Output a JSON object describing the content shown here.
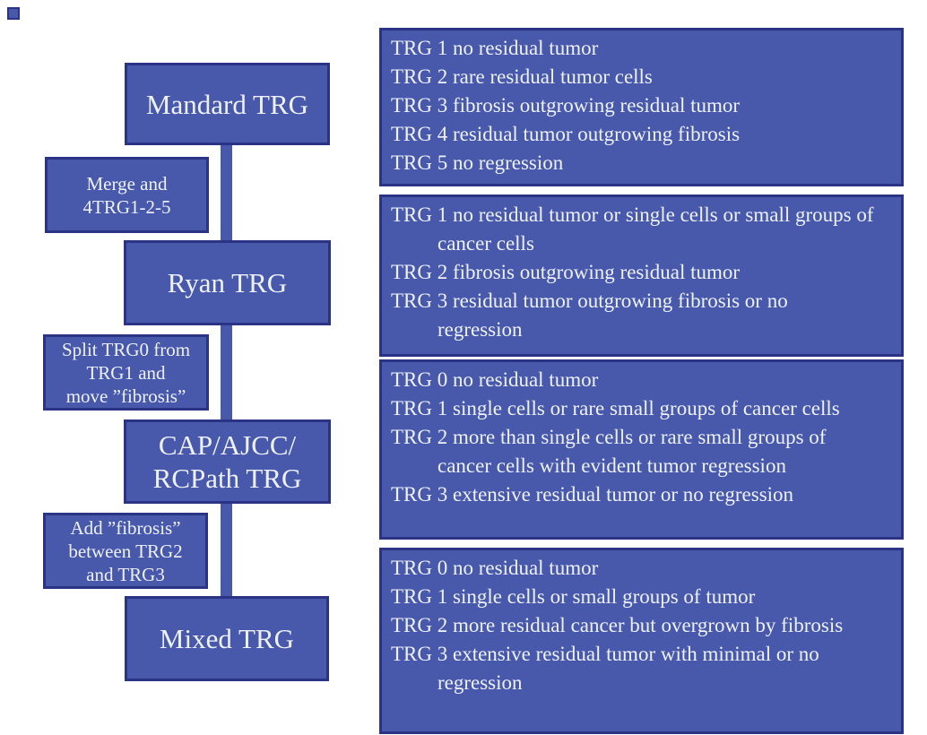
{
  "figure": {
    "palette": {
      "box_fill": "#4859ac",
      "box_border": "#2b3385",
      "text_color": "#eef1f9",
      "background": "#ffffff"
    },
    "timeline": {
      "stages": [
        {
          "name": "Mandard TRG",
          "lines": [
            "Mandard TRG"
          ]
        },
        {
          "name": "Ryan TRG",
          "lines": [
            "Ryan TRG"
          ]
        },
        {
          "name": "CAP/AJCC/RCPath TRG",
          "lines": [
            "CAP/AJCC/",
            "RCPath TRG"
          ]
        },
        {
          "name": "Mixed TRG",
          "lines": [
            "Mixed TRG"
          ]
        }
      ],
      "changes": [
        {
          "lines": [
            "Merge and",
            "4TRG1-2-5"
          ]
        },
        {
          "lines": [
            "Split TRG0 from",
            "TRG1 and",
            "move ”fibrosis”"
          ]
        },
        {
          "lines": [
            "Add ”fibrosis”",
            "between TRG2",
            "and TRG3"
          ]
        }
      ]
    },
    "criteria": [
      {
        "scheme": "Mandard TRG",
        "items": [
          "TRG 1 no residual tumor",
          "TRG 2 rare residual tumor cells",
          "TRG 3 fibrosis outgrowing residual tumor",
          "TRG 4 residual tumor outgrowing fibrosis",
          "TRG 5 no regression"
        ]
      },
      {
        "scheme": "Ryan TRG",
        "items": [
          "TRG 1 no residual tumor or single cells or small groups of cancer cells",
          "TRG 2 fibrosis outgrowing residual tumor",
          "TRG 3 residual tumor outgrowing fibrosis or no regression"
        ]
      },
      {
        "scheme": "CAP/AJCC/RCPath TRG",
        "items": [
          "TRG 0 no residual tumor",
          "TRG 1 single cells or rare small groups of cancer cells",
          "TRG 2 more than single cells or rare small groups of cancer cells with evident tumor regression",
          "TRG 3 extensive residual tumor or no regression"
        ]
      },
      {
        "scheme": "Mixed TRG",
        "items": [
          "TRG 0 no residual tumor",
          "TRG 1 single cells or small groups of tumor",
          "TRG 2 more residual cancer but overgrown by fibrosis",
          "TRG 3 extensive residual tumor with minimal or no regression"
        ]
      }
    ]
  }
}
